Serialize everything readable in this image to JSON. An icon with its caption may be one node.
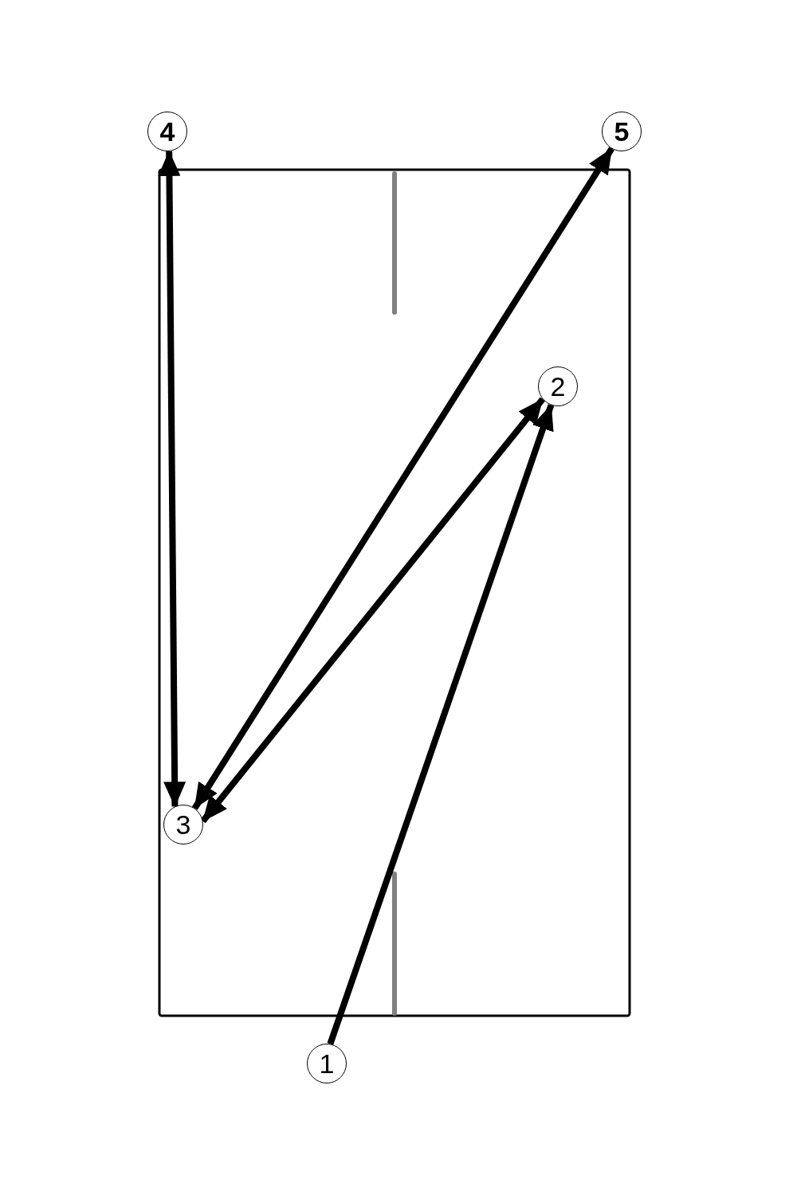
{
  "diagram": {
    "nodes": [
      {
        "text": [
          "4"
        ]
      },
      {
        "text": [
          "5"
        ]
      },
      {
        "text": [
          "2"
        ]
      },
      {
        "text": [
          "3"
        ]
      },
      {
        "text": [
          "1"
        ]
      }
    ],
    "edges": [
      {
        "from": 4,
        "to": 2,
        "arrow": "to"
      },
      {
        "from": 2,
        "to": 3,
        "arrow": "both"
      },
      {
        "from": 3,
        "to": 1,
        "arrow": "both"
      },
      {
        "from": 0,
        "to": 3,
        "arrow": "both"
      }
    ]
  }
}
